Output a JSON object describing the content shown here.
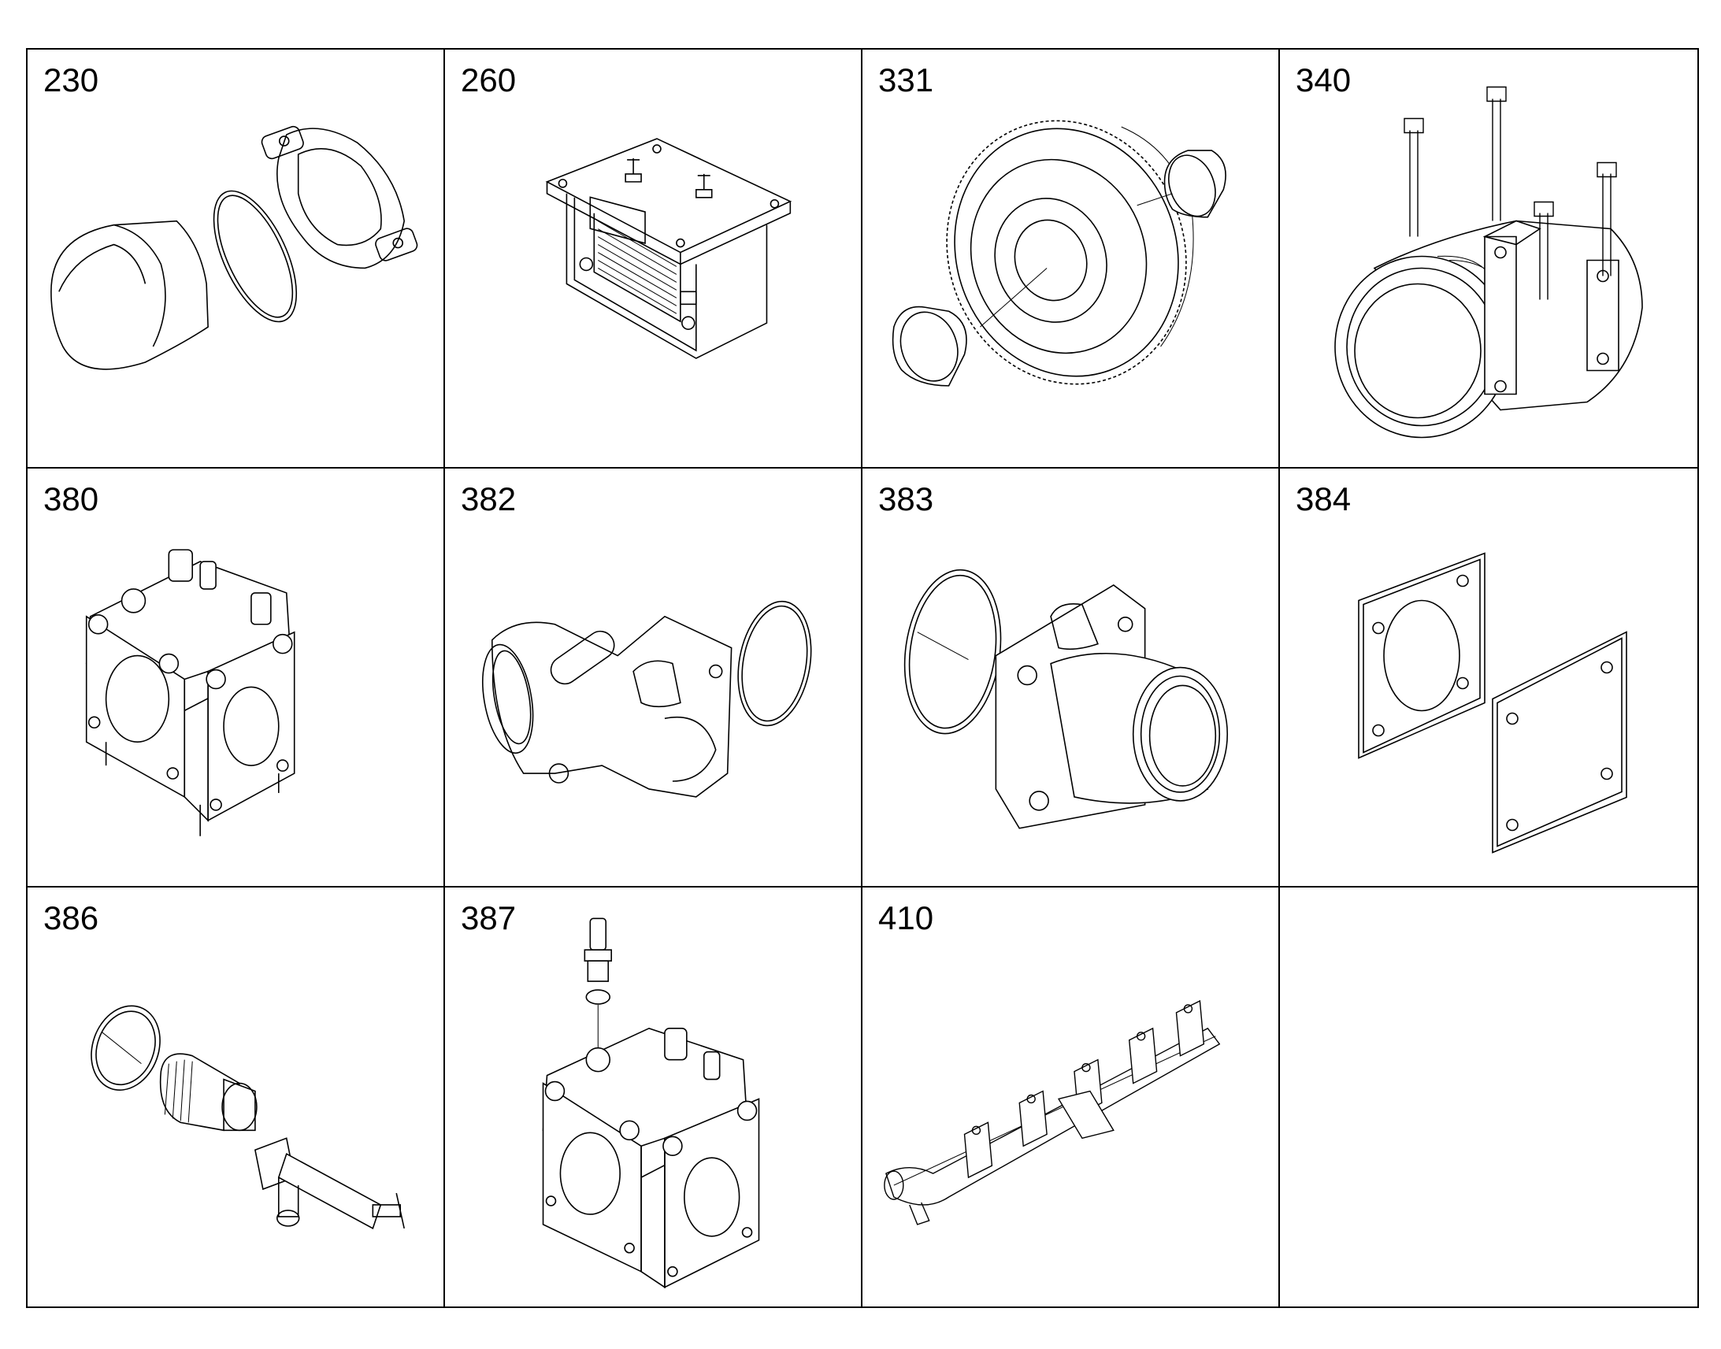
{
  "parts": [
    {
      "number": "230",
      "icon": "hose-coupling-icon"
    },
    {
      "number": "260",
      "icon": "heater-element-icon"
    },
    {
      "number": "331",
      "icon": "gear-icon"
    },
    {
      "number": "340",
      "icon": "compressor-icon"
    },
    {
      "number": "380",
      "icon": "housing-icon"
    },
    {
      "number": "382",
      "icon": "thermostat-housing-icon"
    },
    {
      "number": "383",
      "icon": "pipe-elbow-icon"
    },
    {
      "number": "384",
      "icon": "flange-gasket-icon"
    },
    {
      "number": "386",
      "icon": "drain-valve-icon"
    },
    {
      "number": "387",
      "icon": "housing-with-nipple-icon"
    },
    {
      "number": "410",
      "icon": "exhaust-manifold-icon"
    },
    {
      "number": "",
      "icon": ""
    }
  ]
}
